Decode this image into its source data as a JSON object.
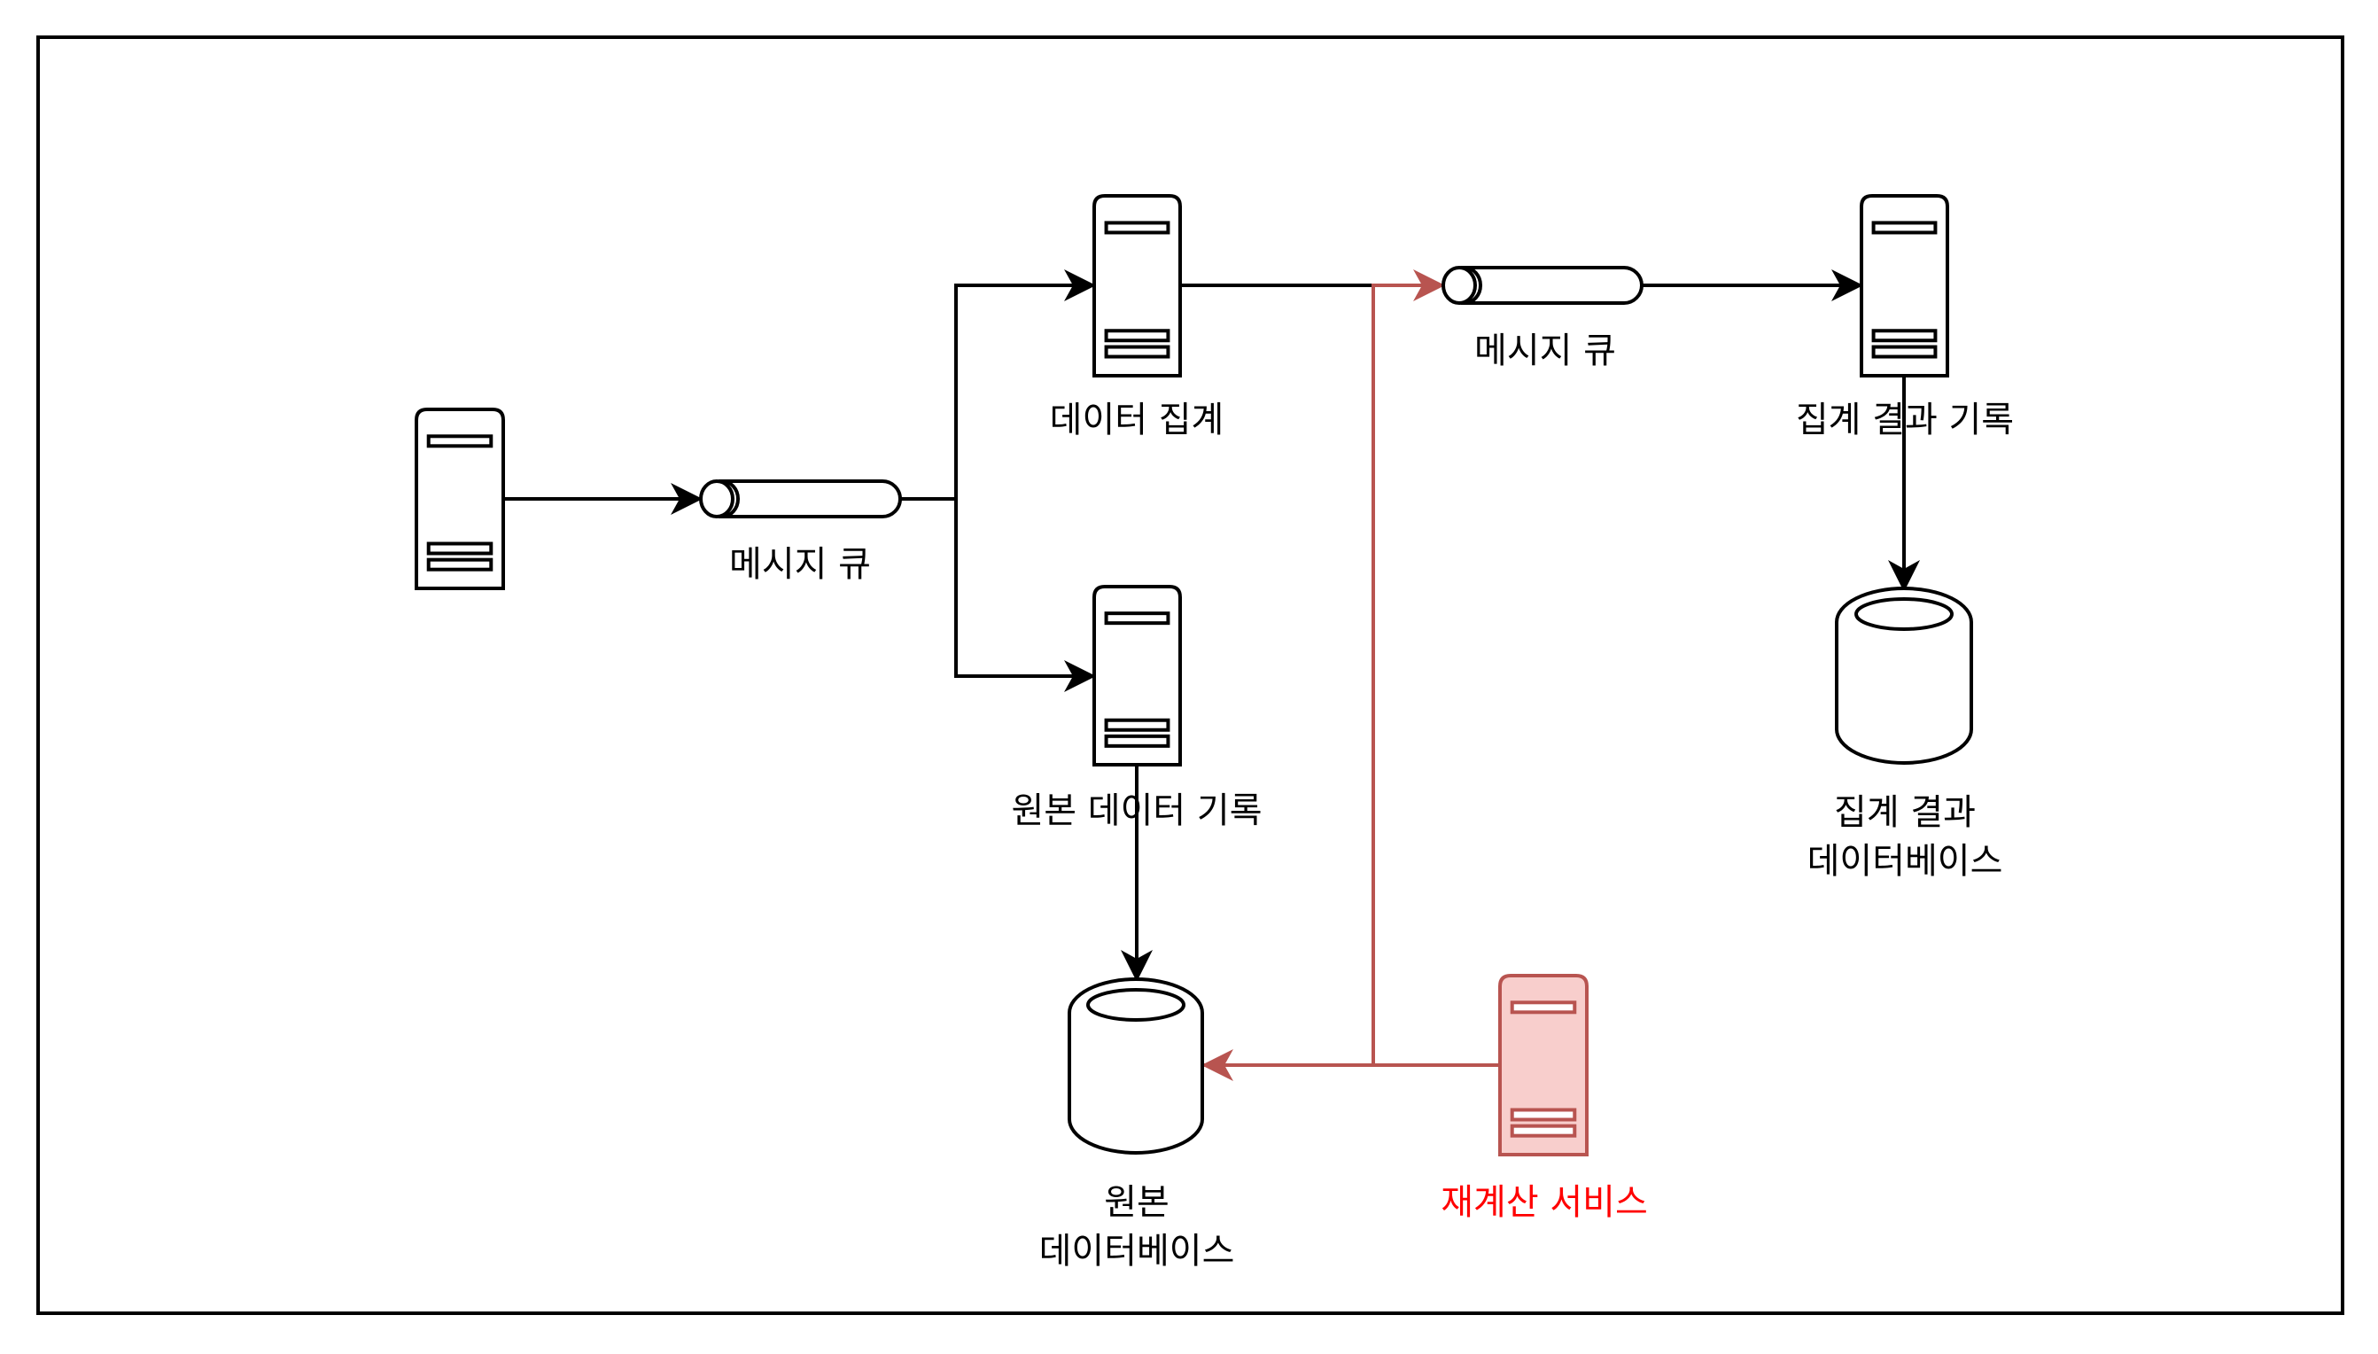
{
  "diagram": {
    "title": "",
    "colors": {
      "stroke": "#000000",
      "highlight_stroke": "#b85450",
      "highlight_fill": "#f8cecc",
      "highlight_text": "#ff0000",
      "background": "#ffffff"
    },
    "nodes": {
      "source_server": {
        "type": "server",
        "label": ""
      },
      "queue_1": {
        "type": "message-queue",
        "label": "메시지 큐"
      },
      "aggregator": {
        "type": "server",
        "label": "데이터 집계"
      },
      "raw_writer": {
        "type": "server",
        "label": "원본 데이터 기록"
      },
      "queue_2": {
        "type": "message-queue",
        "label": "메시지 큐"
      },
      "result_writer": {
        "type": "server",
        "label": "집계 결과 기록"
      },
      "result_db": {
        "type": "database",
        "label_lines": [
          "집계 결과",
          "데이터베이스"
        ]
      },
      "raw_db": {
        "type": "database",
        "label_lines": [
          "원본",
          "데이터베이스"
        ]
      },
      "recalc_service": {
        "type": "server",
        "label": "재계산 서비스",
        "highlighted": true
      }
    },
    "edges": [
      {
        "from": "source_server",
        "to": "queue_1",
        "style": "normal"
      },
      {
        "from": "queue_1",
        "to": "aggregator",
        "style": "normal"
      },
      {
        "from": "queue_1",
        "to": "raw_writer",
        "style": "normal"
      },
      {
        "from": "aggregator",
        "to": "queue_2",
        "style": "normal"
      },
      {
        "from": "queue_2",
        "to": "result_writer",
        "style": "normal"
      },
      {
        "from": "result_writer",
        "to": "result_db",
        "style": "normal"
      },
      {
        "from": "raw_writer",
        "to": "raw_db",
        "style": "normal"
      },
      {
        "from": "recalc_service",
        "to": "raw_db",
        "style": "highlight"
      },
      {
        "from": "recalc_service",
        "to": "queue_2",
        "style": "highlight"
      }
    ]
  }
}
